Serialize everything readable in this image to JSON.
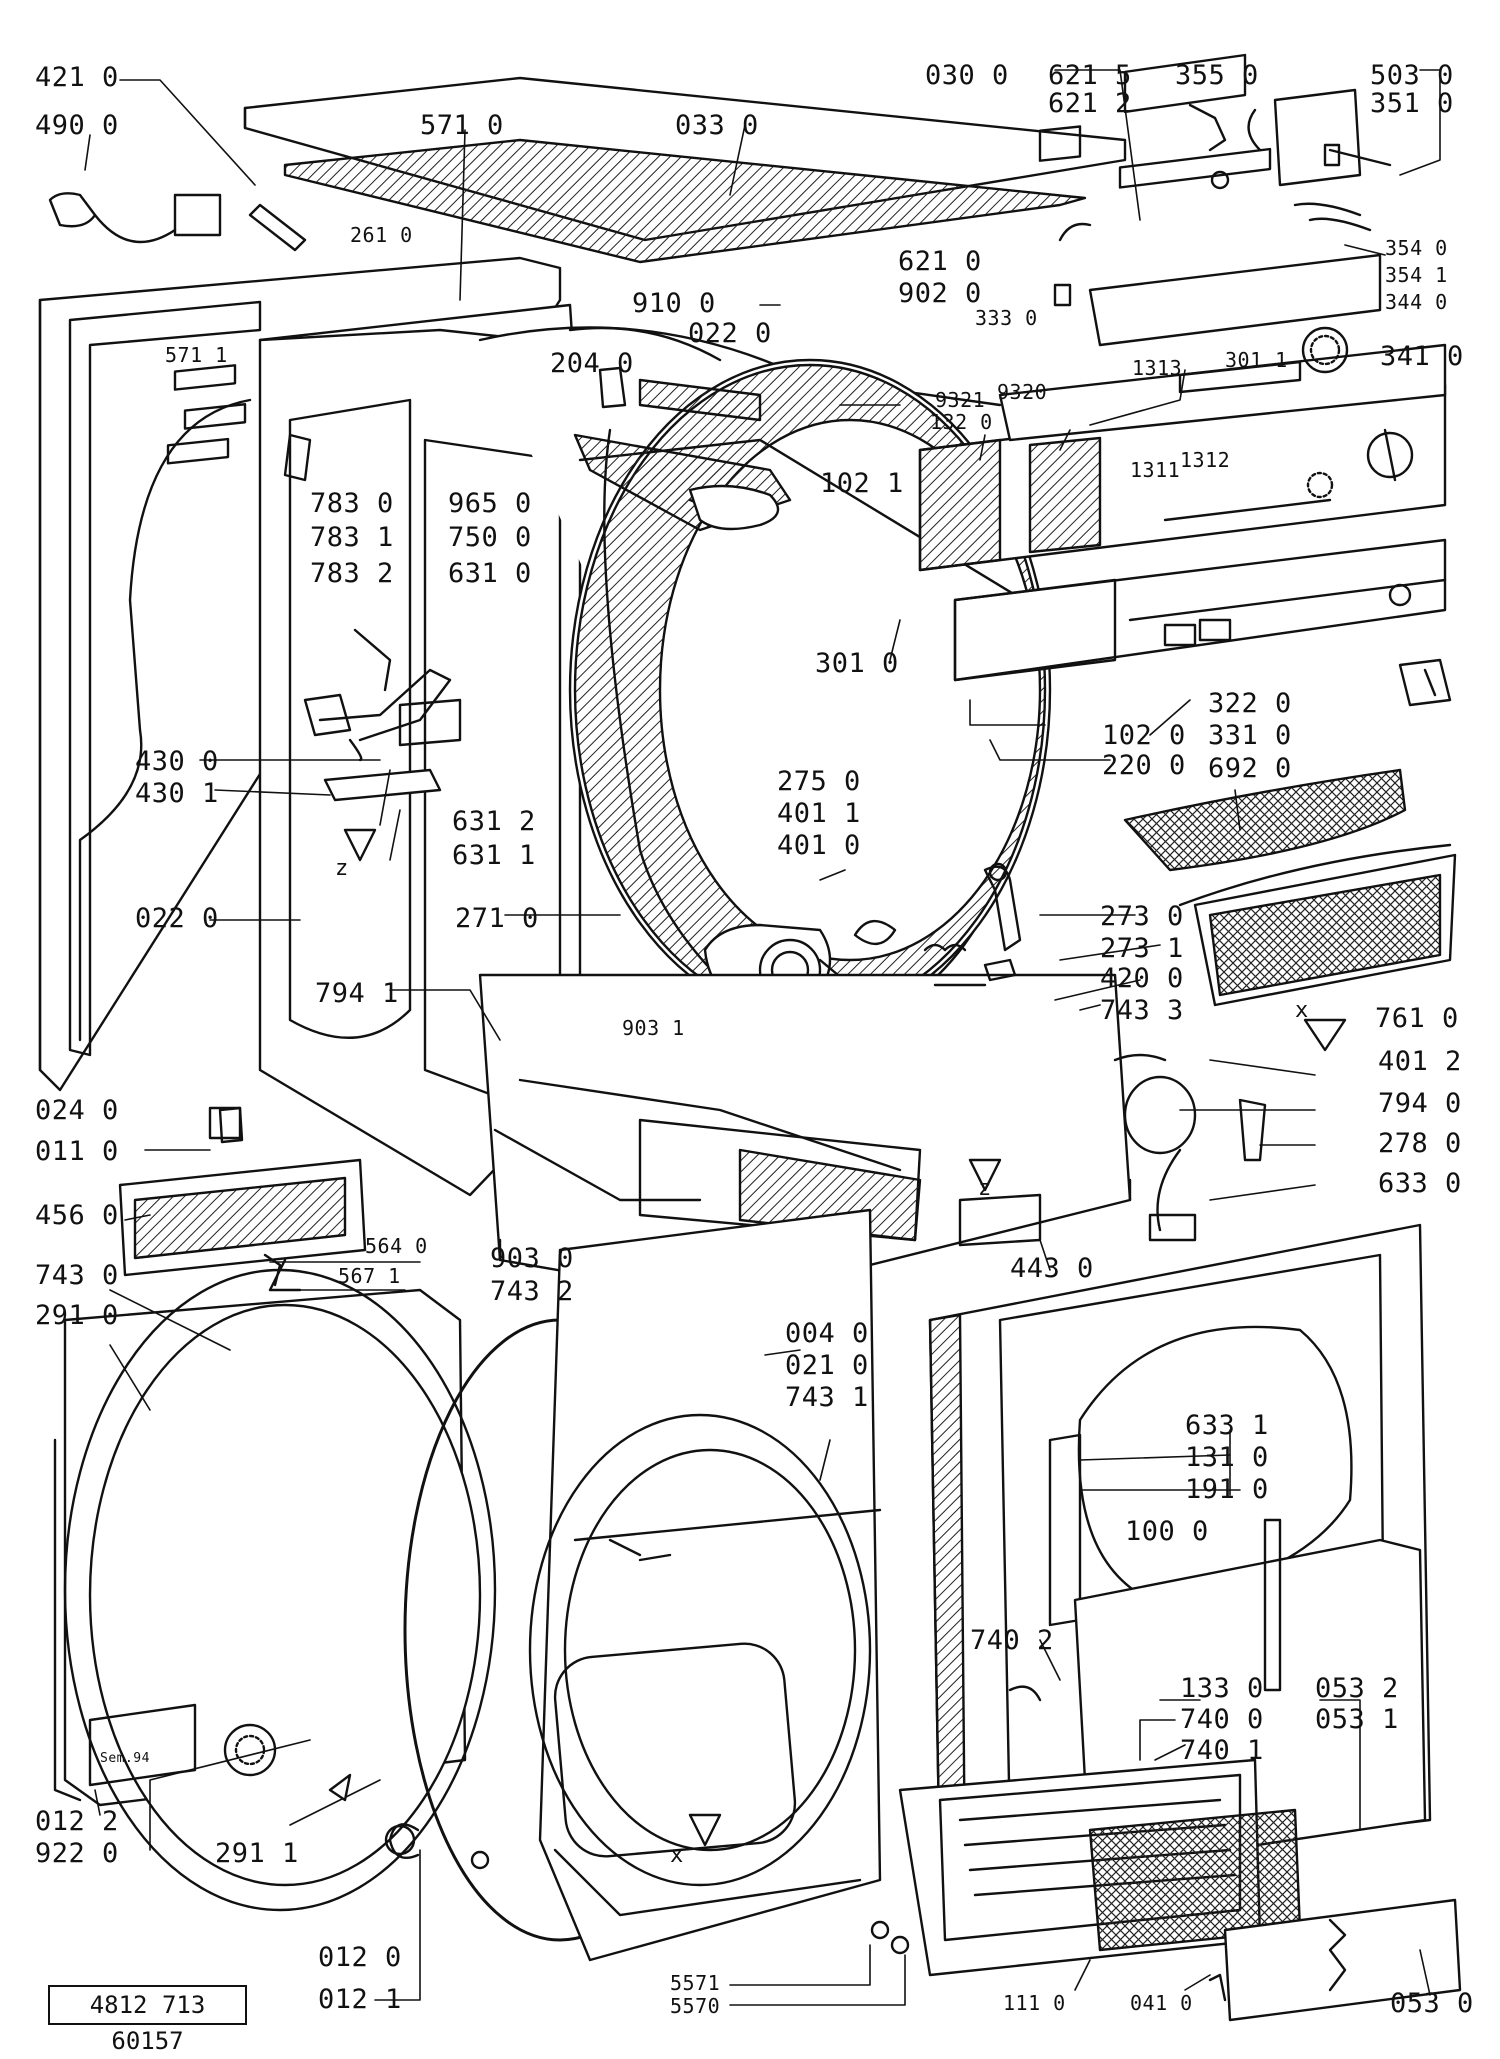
{
  "doc_number": "4812 713 60157",
  "part_labels": [
    {
      "id": "421-0",
      "text": "421 0"
    },
    {
      "id": "490-0",
      "text": "490 0"
    },
    {
      "id": "571-0",
      "text": "571 0"
    },
    {
      "id": "033-0",
      "text": "033 0"
    },
    {
      "id": "030-0",
      "text": "030 0"
    },
    {
      "id": "621-5",
      "text": "621 5"
    },
    {
      "id": "621-2",
      "text": "621 2"
    },
    {
      "id": "355-0",
      "text": "355 0"
    },
    {
      "id": "503-0",
      "text": "503 0"
    },
    {
      "id": "351-0",
      "text": "351 0"
    },
    {
      "id": "354-0",
      "text": "354 0"
    },
    {
      "id": "354-1",
      "text": "354 1"
    },
    {
      "id": "344-0",
      "text": "344 0"
    },
    {
      "id": "261-0",
      "text": "261 0"
    },
    {
      "id": "621-0",
      "text": "621 0"
    },
    {
      "id": "902-0",
      "text": "902 0"
    },
    {
      "id": "910-0",
      "text": "910 0"
    },
    {
      "id": "333-0",
      "text": "333 0"
    },
    {
      "id": "022-0-top",
      "text": "022 0"
    },
    {
      "id": "341-0",
      "text": "341 0"
    },
    {
      "id": "571-1",
      "text": "571 1"
    },
    {
      "id": "204-0",
      "text": "204 0"
    },
    {
      "id": "1313",
      "text": "1313"
    },
    {
      "id": "301-1",
      "text": "301 1"
    },
    {
      "id": "9321",
      "text": "9321"
    },
    {
      "id": "9320",
      "text": "9320"
    },
    {
      "id": "132-0",
      "text": "132 0"
    },
    {
      "id": "1311",
      "text": "1311"
    },
    {
      "id": "1312",
      "text": "1312"
    },
    {
      "id": "783-0",
      "text": "783 0"
    },
    {
      "id": "965-0",
      "text": "965 0"
    },
    {
      "id": "102-1",
      "text": "102 1"
    },
    {
      "id": "783-1",
      "text": "783 1"
    },
    {
      "id": "750-0",
      "text": "750 0"
    },
    {
      "id": "783-2",
      "text": "783 2"
    },
    {
      "id": "631-0",
      "text": "631 0"
    },
    {
      "id": "301-0",
      "text": "301 0"
    },
    {
      "id": "322-0",
      "text": "322 0"
    },
    {
      "id": "102-0",
      "text": "102 0"
    },
    {
      "id": "331-0",
      "text": "331 0"
    },
    {
      "id": "220-0",
      "text": "220 0"
    },
    {
      "id": "692-0",
      "text": "692 0"
    },
    {
      "id": "430-0",
      "text": "430 0"
    },
    {
      "id": "430-1",
      "text": "430 1"
    },
    {
      "id": "275-0",
      "text": "275 0"
    },
    {
      "id": "401-1",
      "text": "401 1"
    },
    {
      "id": "401-0",
      "text": "401 0"
    },
    {
      "id": "631-2",
      "text": "631 2"
    },
    {
      "id": "631-1",
      "text": "631 1"
    },
    {
      "id": "022-0-left",
      "text": "022 0"
    },
    {
      "id": "271-0",
      "text": "271 0"
    },
    {
      "id": "273-0",
      "text": "273 0"
    },
    {
      "id": "273-1",
      "text": "273 1"
    },
    {
      "id": "794-1",
      "text": "794 1"
    },
    {
      "id": "420-0",
      "text": "420 0"
    },
    {
      "id": "743-3",
      "text": "743 3"
    },
    {
      "id": "761-0",
      "text": "761 0"
    },
    {
      "id": "903-1",
      "text": "903 1"
    },
    {
      "id": "401-2",
      "text": "401 2"
    },
    {
      "id": "024-0",
      "text": "024 0"
    },
    {
      "id": "794-0",
      "text": "794 0"
    },
    {
      "id": "011-0",
      "text": "011 0"
    },
    {
      "id": "278-0",
      "text": "278 0"
    },
    {
      "id": "633-0",
      "text": "633 0"
    },
    {
      "id": "456-0",
      "text": "456 0"
    },
    {
      "id": "443-0",
      "text": "443 0"
    },
    {
      "id": "564-0",
      "text": "564 0"
    },
    {
      "id": "903-0",
      "text": "903 0"
    },
    {
      "id": "743-0",
      "text": "743 0"
    },
    {
      "id": "567-1",
      "text": "567 1"
    },
    {
      "id": "743-2",
      "text": "743 2"
    },
    {
      "id": "291-0",
      "text": "291 0"
    },
    {
      "id": "004-0",
      "text": "004 0"
    },
    {
      "id": "021-0",
      "text": "021 0"
    },
    {
      "id": "743-1",
      "text": "743 1"
    },
    {
      "id": "633-1",
      "text": "633 1"
    },
    {
      "id": "131-0",
      "text": "131 0"
    },
    {
      "id": "191-0",
      "text": "191 0"
    },
    {
      "id": "100-0",
      "text": "100 0"
    },
    {
      "id": "740-2",
      "text": "740 2"
    },
    {
      "id": "133-0",
      "text": "133 0"
    },
    {
      "id": "053-2",
      "text": "053 2"
    },
    {
      "id": "740-0",
      "text": "740 0"
    },
    {
      "id": "053-1",
      "text": "053 1"
    },
    {
      "id": "740-1",
      "text": "740 1"
    },
    {
      "id": "012-2",
      "text": "012 2"
    },
    {
      "id": "922-0",
      "text": "922 0"
    },
    {
      "id": "291-1",
      "text": "291 1"
    },
    {
      "id": "012-0",
      "text": "012 0"
    },
    {
      "id": "012-1",
      "text": "012 1"
    },
    {
      "id": "5571",
      "text": "5571"
    },
    {
      "id": "5570",
      "text": "5570"
    },
    {
      "id": "111-0",
      "text": "111 0"
    },
    {
      "id": "041-0",
      "text": "041 0"
    },
    {
      "id": "053-0",
      "text": "053 0"
    }
  ],
  "view_markers": [
    {
      "id": "z-left",
      "text": "z"
    },
    {
      "id": "x-right",
      "text": "x"
    },
    {
      "id": "z-center",
      "text": "z"
    },
    {
      "id": "x-bottom",
      "text": "x"
    }
  ],
  "stamp_text": "Sem.94"
}
